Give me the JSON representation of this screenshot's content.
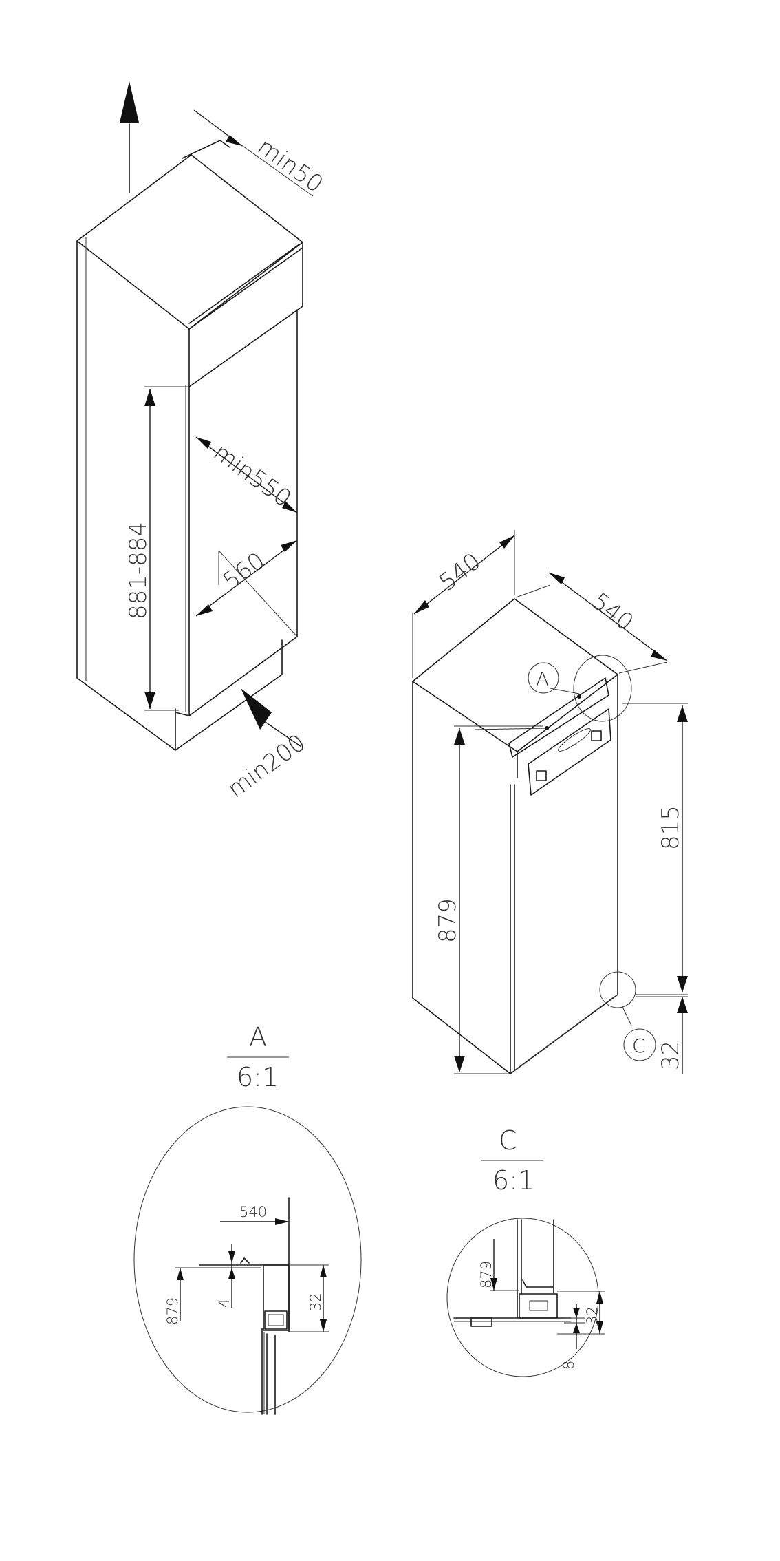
{
  "diagram": {
    "niche": {
      "min_top_label": "min50",
      "min_depth_label": "min550",
      "width_label": "560",
      "height_label": "881-884",
      "min_bottom_label": "min200"
    },
    "appliance": {
      "width_label": "540",
      "depth_label": "540",
      "height_label": "879",
      "door_height_label": "815",
      "base_label": "32",
      "marker_a": "A",
      "marker_c": "C"
    },
    "detail_a": {
      "title": "A",
      "scale": "6:1",
      "dim_540": "540",
      "dim_879": "879",
      "dim_4": "4",
      "dim_32": "32"
    },
    "detail_c": {
      "title": "C",
      "scale": "6:1",
      "dim_879": "879",
      "dim_32": "32",
      "dim_8": "8"
    }
  }
}
